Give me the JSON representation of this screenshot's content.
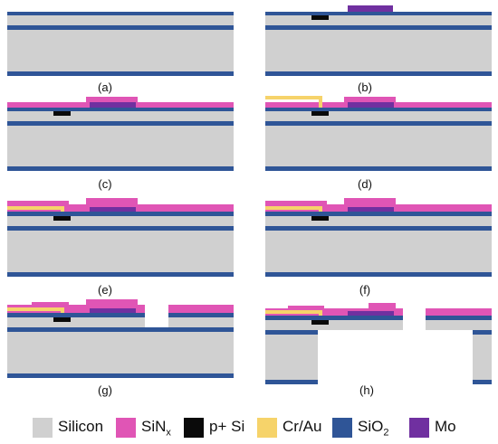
{
  "colors": {
    "silicon": "#d0d0d0",
    "sinx": "#e055b5",
    "psi": "#0a0a0a",
    "crau": "#f6d36a",
    "sio2": "#2f5597",
    "mo": "#7030a0"
  },
  "panels": [
    {
      "label": "(a)"
    },
    {
      "label": "(b)"
    },
    {
      "label": "(c)"
    },
    {
      "label": "(d)"
    },
    {
      "label": "(e)"
    },
    {
      "label": "(f)"
    },
    {
      "label": "(g)"
    },
    {
      "label": "(h)"
    }
  ],
  "legend": [
    {
      "key": "silicon",
      "label": "Silicon",
      "sub": ""
    },
    {
      "key": "sinx",
      "label": "SiN",
      "sub": "x"
    },
    {
      "key": "psi",
      "label": "p+ Si",
      "sub": ""
    },
    {
      "key": "crau",
      "label": "Cr/Au",
      "sub": ""
    },
    {
      "key": "sio2",
      "label": "SiO",
      "sub": "2"
    },
    {
      "key": "mo",
      "label": "Mo",
      "sub": ""
    }
  ]
}
